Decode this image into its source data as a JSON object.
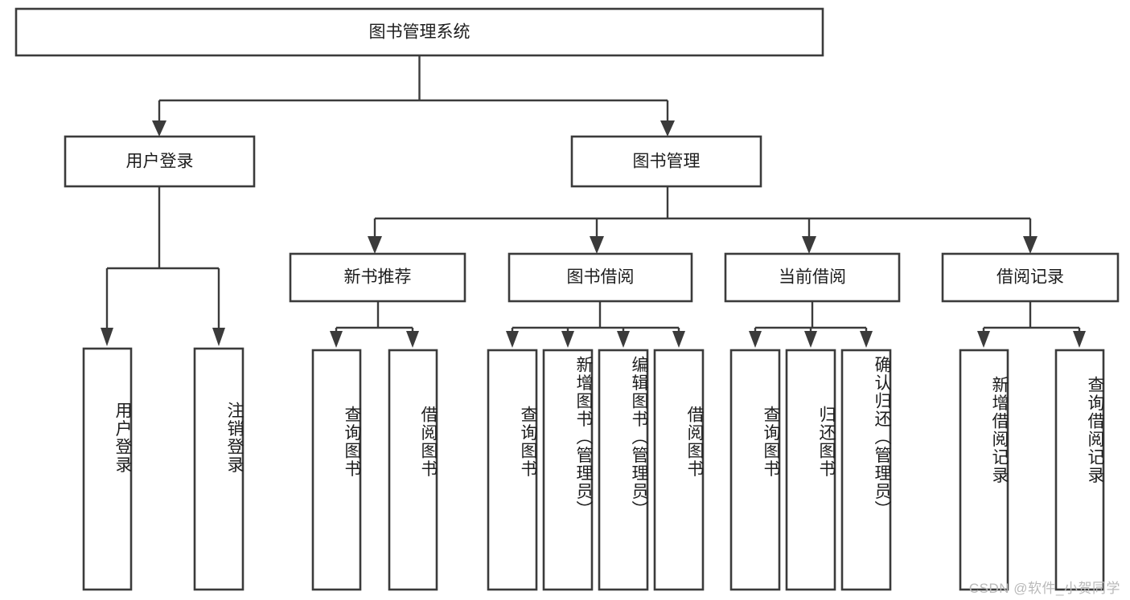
{
  "diagram": {
    "type": "tree-hierarchy",
    "title": "图书管理系统",
    "orientation": "top-down",
    "background_color": "#ffffff",
    "line_color": "#3b3b3b",
    "box_fill": "#ffffff",
    "text_color": "#1d1d1d",
    "levels": 4,
    "root": {
      "label": "图书管理系统",
      "text_direction": "horizontal"
    },
    "level2": [
      {
        "label": "用户登录",
        "text_direction": "horizontal"
      },
      {
        "label": "图书管理",
        "text_direction": "horizontal"
      }
    ],
    "level3": [
      {
        "label": "新书推荐",
        "text_direction": "horizontal",
        "parent": "图书管理"
      },
      {
        "label": "图书借阅",
        "text_direction": "horizontal",
        "parent": "图书管理"
      },
      {
        "label": "当前借阅",
        "text_direction": "horizontal",
        "parent": "图书管理"
      },
      {
        "label": "借阅记录",
        "text_direction": "horizontal",
        "parent": "图书管理"
      }
    ],
    "leaves": [
      {
        "label": "用户登录",
        "text_direction": "vertical",
        "parent": "用户登录"
      },
      {
        "label": "注销登录",
        "text_direction": "vertical",
        "parent": "用户登录"
      },
      {
        "label": "查询图书",
        "text_direction": "vertical",
        "parent": "新书推荐"
      },
      {
        "label": "借阅图书",
        "text_direction": "vertical",
        "parent": "新书推荐"
      },
      {
        "label": "查询图书",
        "text_direction": "vertical",
        "parent": "图书借阅"
      },
      {
        "label": "新增图书（管理员）",
        "text_direction": "vertical",
        "parent": "图书借阅"
      },
      {
        "label": "编辑图书（管理员）",
        "text_direction": "vertical",
        "parent": "图书借阅"
      },
      {
        "label": "借阅图书",
        "text_direction": "vertical",
        "parent": "图书借阅"
      },
      {
        "label": "查询图书",
        "text_direction": "vertical",
        "parent": "当前借阅"
      },
      {
        "label": "归还图书",
        "text_direction": "vertical",
        "parent": "当前借阅"
      },
      {
        "label": "确认归还（管理员）",
        "text_direction": "vertical",
        "parent": "当前借阅"
      },
      {
        "label": "新增借阅记录",
        "text_direction": "vertical",
        "parent": "借阅记录"
      },
      {
        "label": "查询借阅记录",
        "text_direction": "vertical",
        "parent": "借阅记录"
      }
    ]
  },
  "watermark": {
    "text": "CSDN @软件_小贺同学"
  }
}
